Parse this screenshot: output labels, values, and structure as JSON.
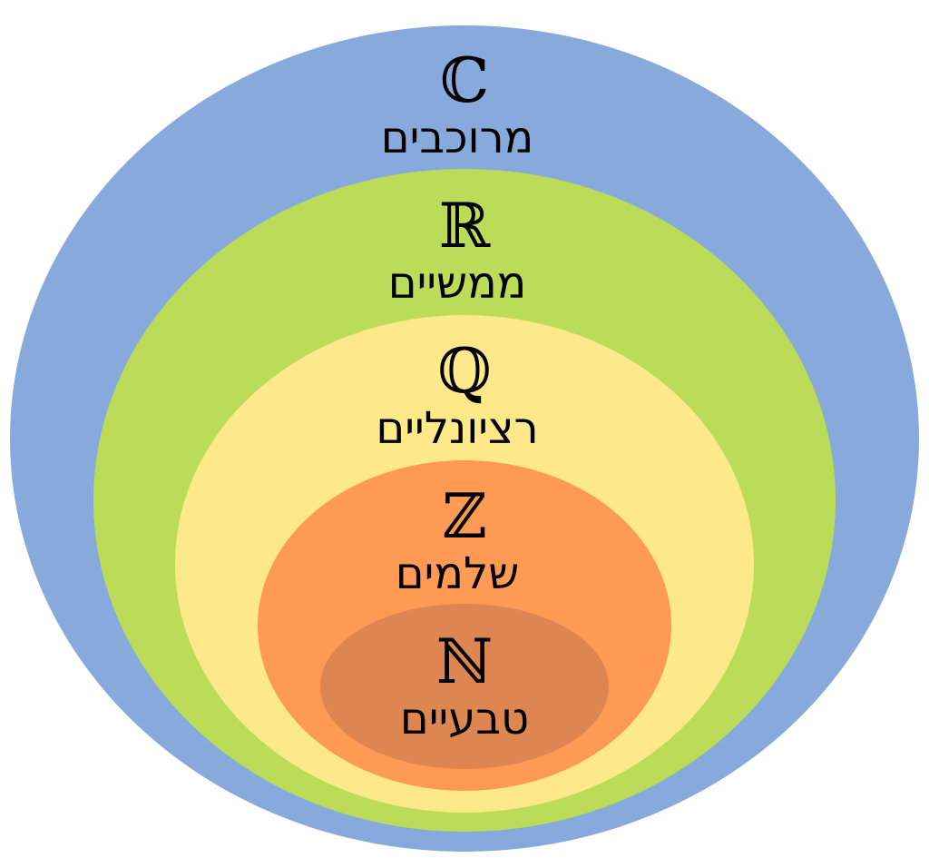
{
  "diagram": {
    "sets": [
      {
        "id": "complex",
        "symbol": "ℂ",
        "label": "מרוכבים",
        "color": "#87a9dc"
      },
      {
        "id": "real",
        "symbol": "ℝ",
        "label": "ממשיים",
        "color": "#badc58"
      },
      {
        "id": "rational",
        "symbol": "ℚ",
        "label": "רציונליים",
        "color": "#fde98a"
      },
      {
        "id": "integer",
        "symbol": "ℤ",
        "label": "שלמים",
        "color": "#ff9a55"
      },
      {
        "id": "natural",
        "symbol": "ℕ",
        "label": "טבעיים",
        "color": "#de8652"
      }
    ]
  }
}
